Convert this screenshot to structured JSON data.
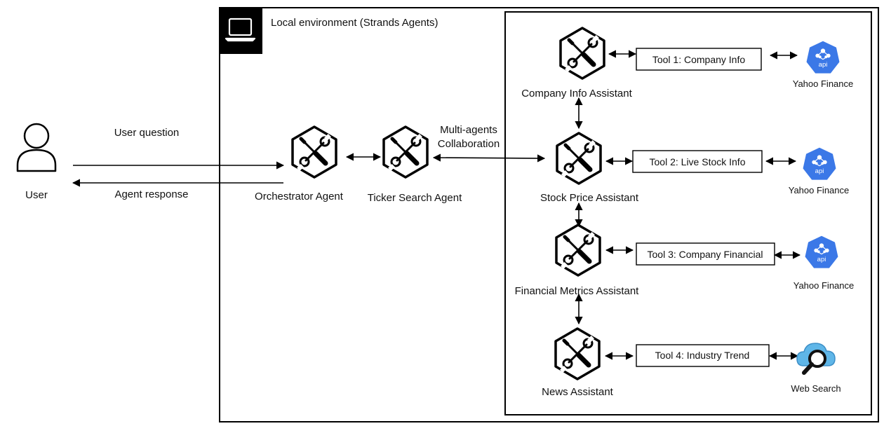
{
  "environment": {
    "title": "Local environment (Strands Agents)",
    "icon": "laptop-icon"
  },
  "user": {
    "label": "User",
    "question_label": "User question",
    "response_label": "Agent response"
  },
  "agents": {
    "orchestrator": "Orchestrator Agent",
    "ticker_search": "Ticker Search Agent",
    "collaboration_line1": "Multi-agents",
    "collaboration_line2": "Collaboration"
  },
  "assistants": [
    {
      "label": "Company Info Assistant",
      "tool": "Tool 1: Company Info",
      "service": "Yahoo Finance",
      "service_icon": "api-icon"
    },
    {
      "label": "Stock Price Assistant",
      "tool": "Tool 2: Live Stock Info",
      "service": "Yahoo Finance",
      "service_icon": "api-icon"
    },
    {
      "label": "Financial Metrics Assistant",
      "tool": "Tool 3: Company Financial",
      "service": "Yahoo Finance",
      "service_icon": "api-icon"
    },
    {
      "label": "News Assistant",
      "tool": "Tool 4: Industry Trend",
      "service": "Web Search",
      "service_icon": "web-search-icon"
    }
  ],
  "colors": {
    "line": "#000000",
    "api_hex": "#3b78e7",
    "cloud": "#5fb6e8",
    "env_badge": "#000000"
  }
}
